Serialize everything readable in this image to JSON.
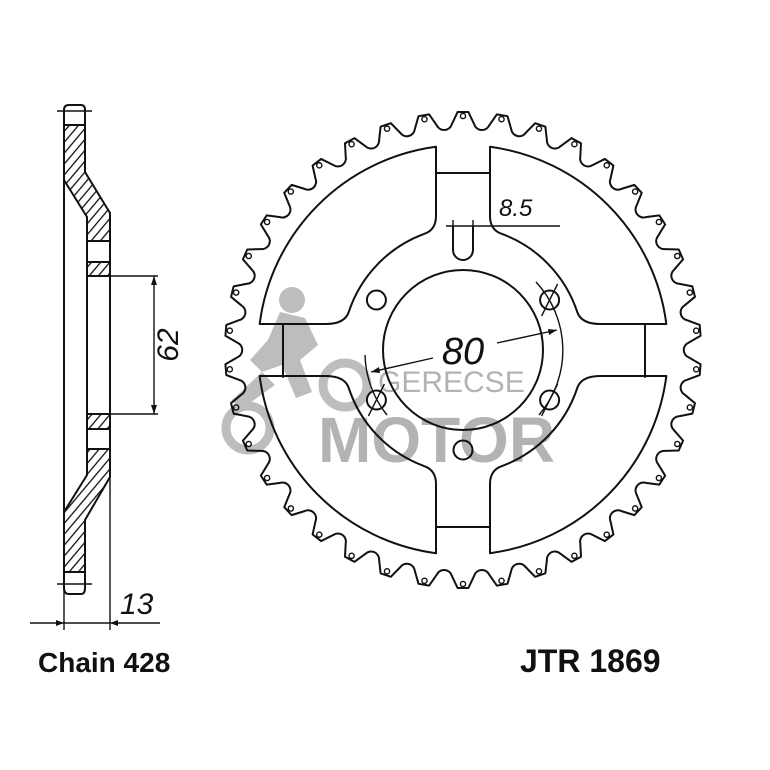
{
  "diagram": {
    "dimensions": {
      "slot_width": "8.5",
      "bolt_circle": "80",
      "center_bore": "62",
      "offset": "13"
    },
    "labels": {
      "chain": "Chain 428",
      "part_number": "JTR 1869"
    },
    "watermark": {
      "line1": "GERECSE",
      "line2": "MOTOR"
    },
    "sprocket": {
      "teeth": 38,
      "bolt_holes": 6
    },
    "colors": {
      "line": "#111111",
      "watermark": "#9a9a9a"
    }
  }
}
